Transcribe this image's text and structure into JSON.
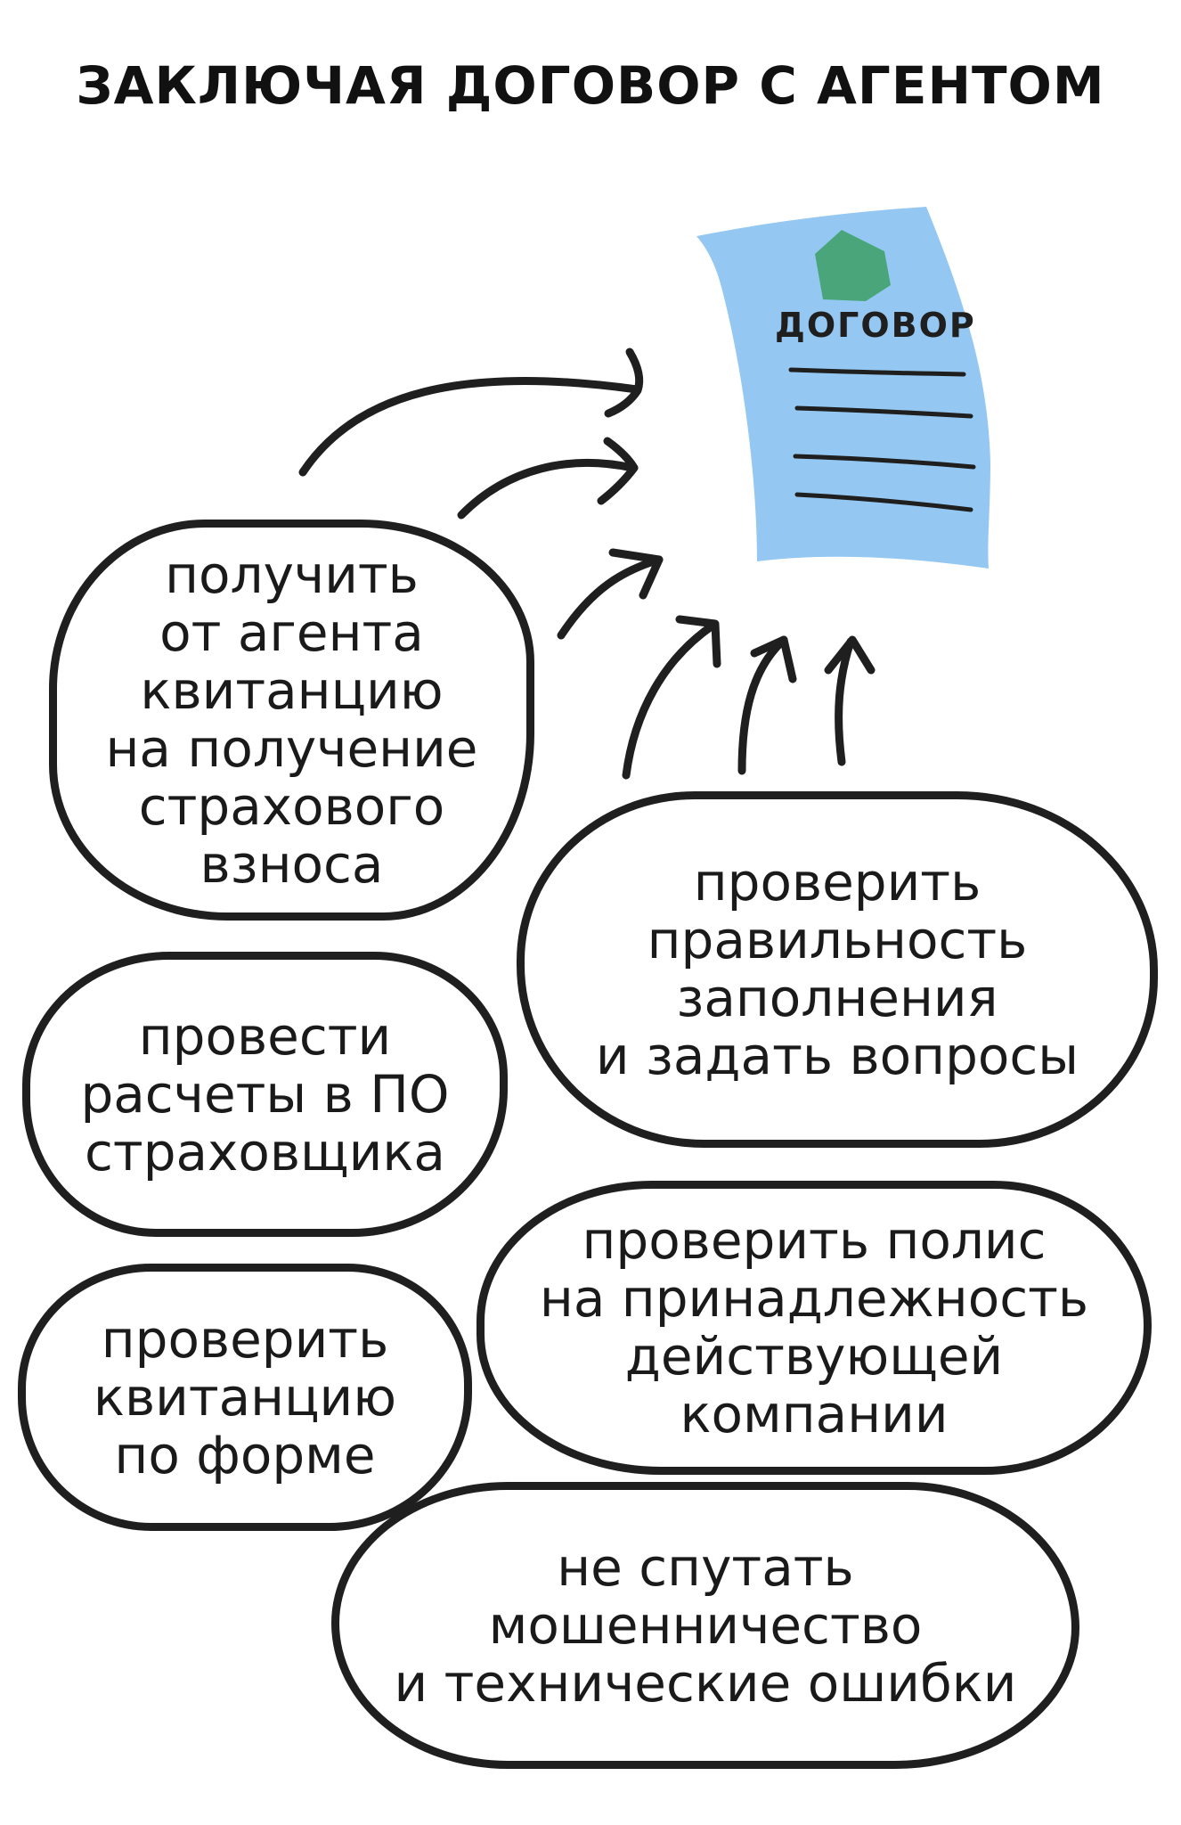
{
  "title": "ЗАКЛЮЧАЯ ДОГОВОР С АГЕНТОМ",
  "document": {
    "label": "ДОГОВОР",
    "paper_color": "#94c8f2",
    "stamp_color": "#4aa67a"
  },
  "items": [
    "получить\nот агента\nквитанцию\nна получение\nстрахового\nвзноса",
    "провести\nрасчеты в ПО\nстраховщика",
    "проверить\nквитанцию\nпо форме",
    "проверить\nправильность\nзаполнения\nи задать вопросы",
    "проверить полис\nна принадлежность\nдействующей\nкомпании",
    "не спутать\nмошенничество\nи технические ошибки"
  ]
}
